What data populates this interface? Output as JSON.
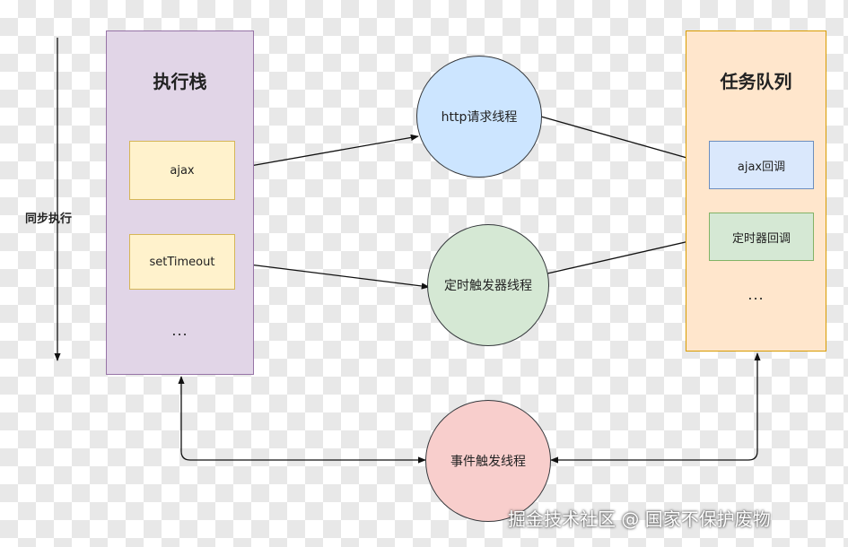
{
  "exec_stack": {
    "title": "执行栈",
    "items": [
      "ajax",
      "setTimeout"
    ],
    "ellipsis": "..."
  },
  "task_queue": {
    "title": "任务队列",
    "items": [
      "ajax回调",
      "定时器回调"
    ],
    "ellipsis": "..."
  },
  "threads": {
    "http": "http请求线程",
    "timer": "定时触发器线程",
    "event": "事件触发线程"
  },
  "sync_label": "同步执行",
  "watermark": "掘金技术社区 @ 国家不保护废物",
  "colors": {
    "exec_stack_fill": "#e1d5e7",
    "task_queue_fill": "#ffe6cc",
    "http_thread_fill": "#cce5ff",
    "timer_thread_fill": "#d5e8d4",
    "event_thread_fill": "#f8cecc"
  }
}
